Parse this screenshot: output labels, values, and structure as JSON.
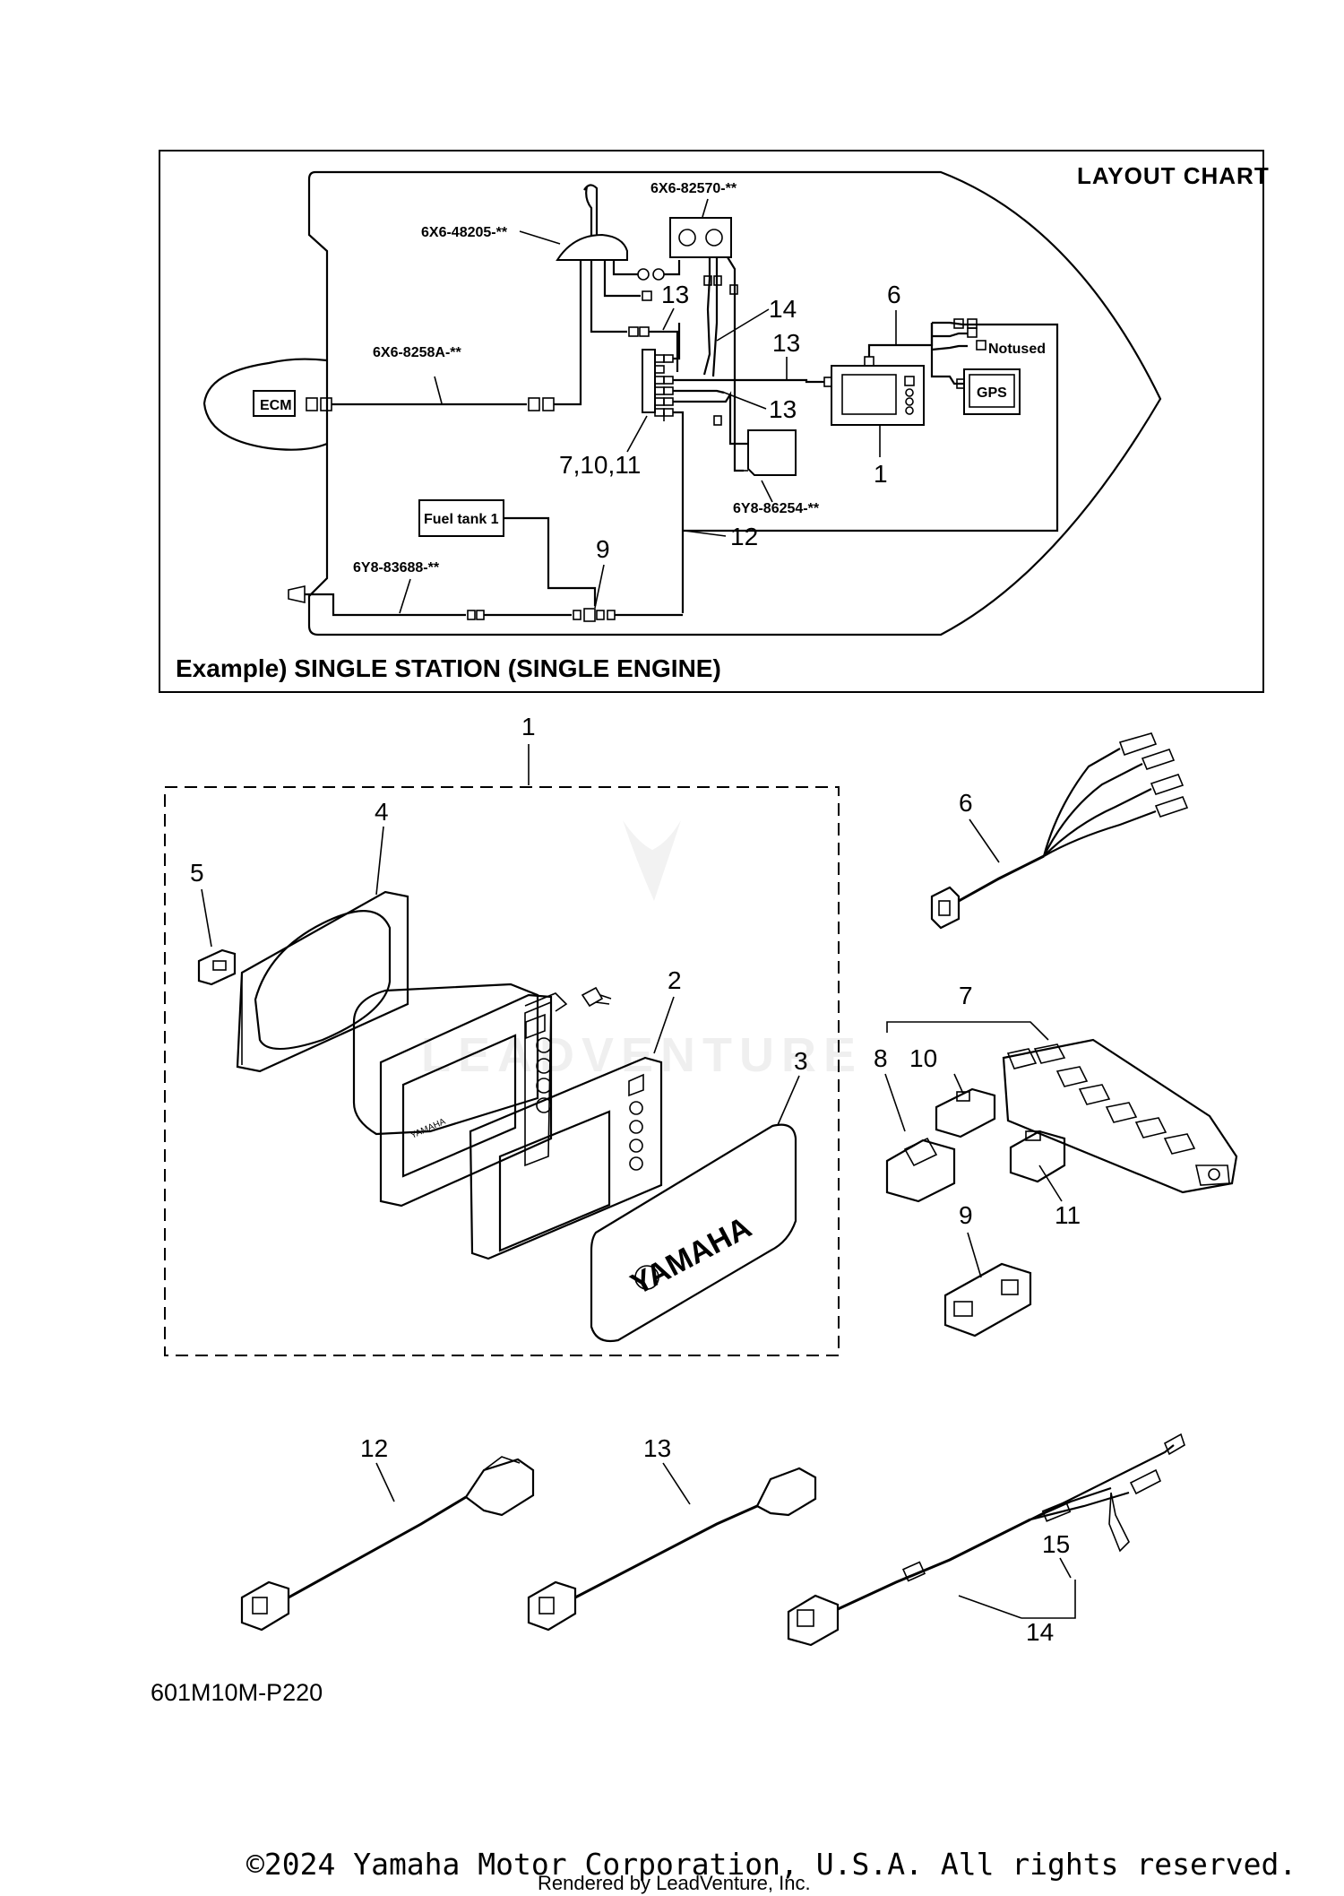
{
  "layout_chart": {
    "title": "LAYOUT CHART",
    "example_caption": "Example) SINGLE STATION (SINGLE ENGINE)",
    "part_codes": {
      "lever": "6X6-48205-**",
      "switch_panel": "6X6-82570-**",
      "harness_ecm": "6X6-8258A-**",
      "sensor": "6Y8-86254-**",
      "fuel_harness": "6Y8-83688-**"
    },
    "labels": {
      "ecm": "ECM",
      "fuel_tank": "Fuel tank 1",
      "gps": "GPS",
      "not_used": "Notused"
    },
    "callouts": {
      "c6": "6",
      "c13a": "13",
      "c14": "14",
      "c13b": "13",
      "c13c": "13",
      "c7_10_11": "7,10,11",
      "c1": "1",
      "c9": "9",
      "c12": "12"
    }
  },
  "exploded_view": {
    "callouts": {
      "p1": "1",
      "p2": "2",
      "p3": "3",
      "p4": "4",
      "p5": "5",
      "p6": "6",
      "p7": "7",
      "p8": "8",
      "p9": "9",
      "p10": "10",
      "p11": "11",
      "p12": "12",
      "p13": "13",
      "p14": "14",
      "p15": "15"
    },
    "brand_text": "YAMAHA",
    "diagram_id": "601M10M-P220"
  },
  "watermark": "LEADVENTURE",
  "footer": {
    "copyright": "©2024 Yamaha Motor Corporation, U.S.A. All rights reserved.",
    "rendered_by": "Rendered by LeadVenture, Inc."
  }
}
